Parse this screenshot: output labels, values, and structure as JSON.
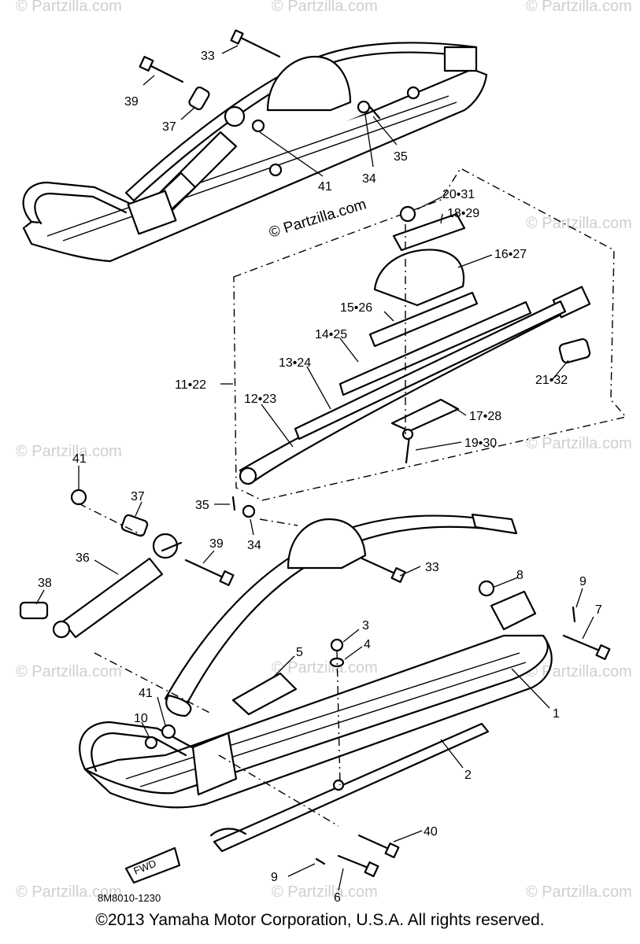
{
  "watermark_main": "© Partzilla.com",
  "watermark_faint": "© Partzilla.com",
  "diagram_code": "8M8010-1230",
  "fwd_label": "FWD",
  "copyright": "©2013  Yamaha Motor Corporation, U.S.A. All rights reserved.",
  "callouts": {
    "c33a": "33",
    "c39a": "39",
    "c37a": "37",
    "c41a": "41",
    "c34a": "34",
    "c35a": "35",
    "c20_31": "20•31",
    "c18_29": "18•29",
    "c16_27": "16•27",
    "c15_26": "15•26",
    "c14_25": "14•25",
    "c13_24": "13•24",
    "c11_22": "11•22",
    "c12_23": "12•23",
    "c21_32": "21•32",
    "c17_28": "17•28",
    "c19_30": "19•30",
    "c41b": "41",
    "c37b": "37",
    "c35b": "35",
    "c34b": "34",
    "c39b": "39",
    "c33b": "33",
    "c36": "36",
    "c38": "38",
    "c8": "8",
    "c9a": "9",
    "c7": "7",
    "c3": "3",
    "c4": "4",
    "c5": "5",
    "c1": "1",
    "c41c": "41",
    "c10": "10",
    "c2": "2",
    "c40": "40",
    "c9b": "9",
    "c6": "6"
  }
}
